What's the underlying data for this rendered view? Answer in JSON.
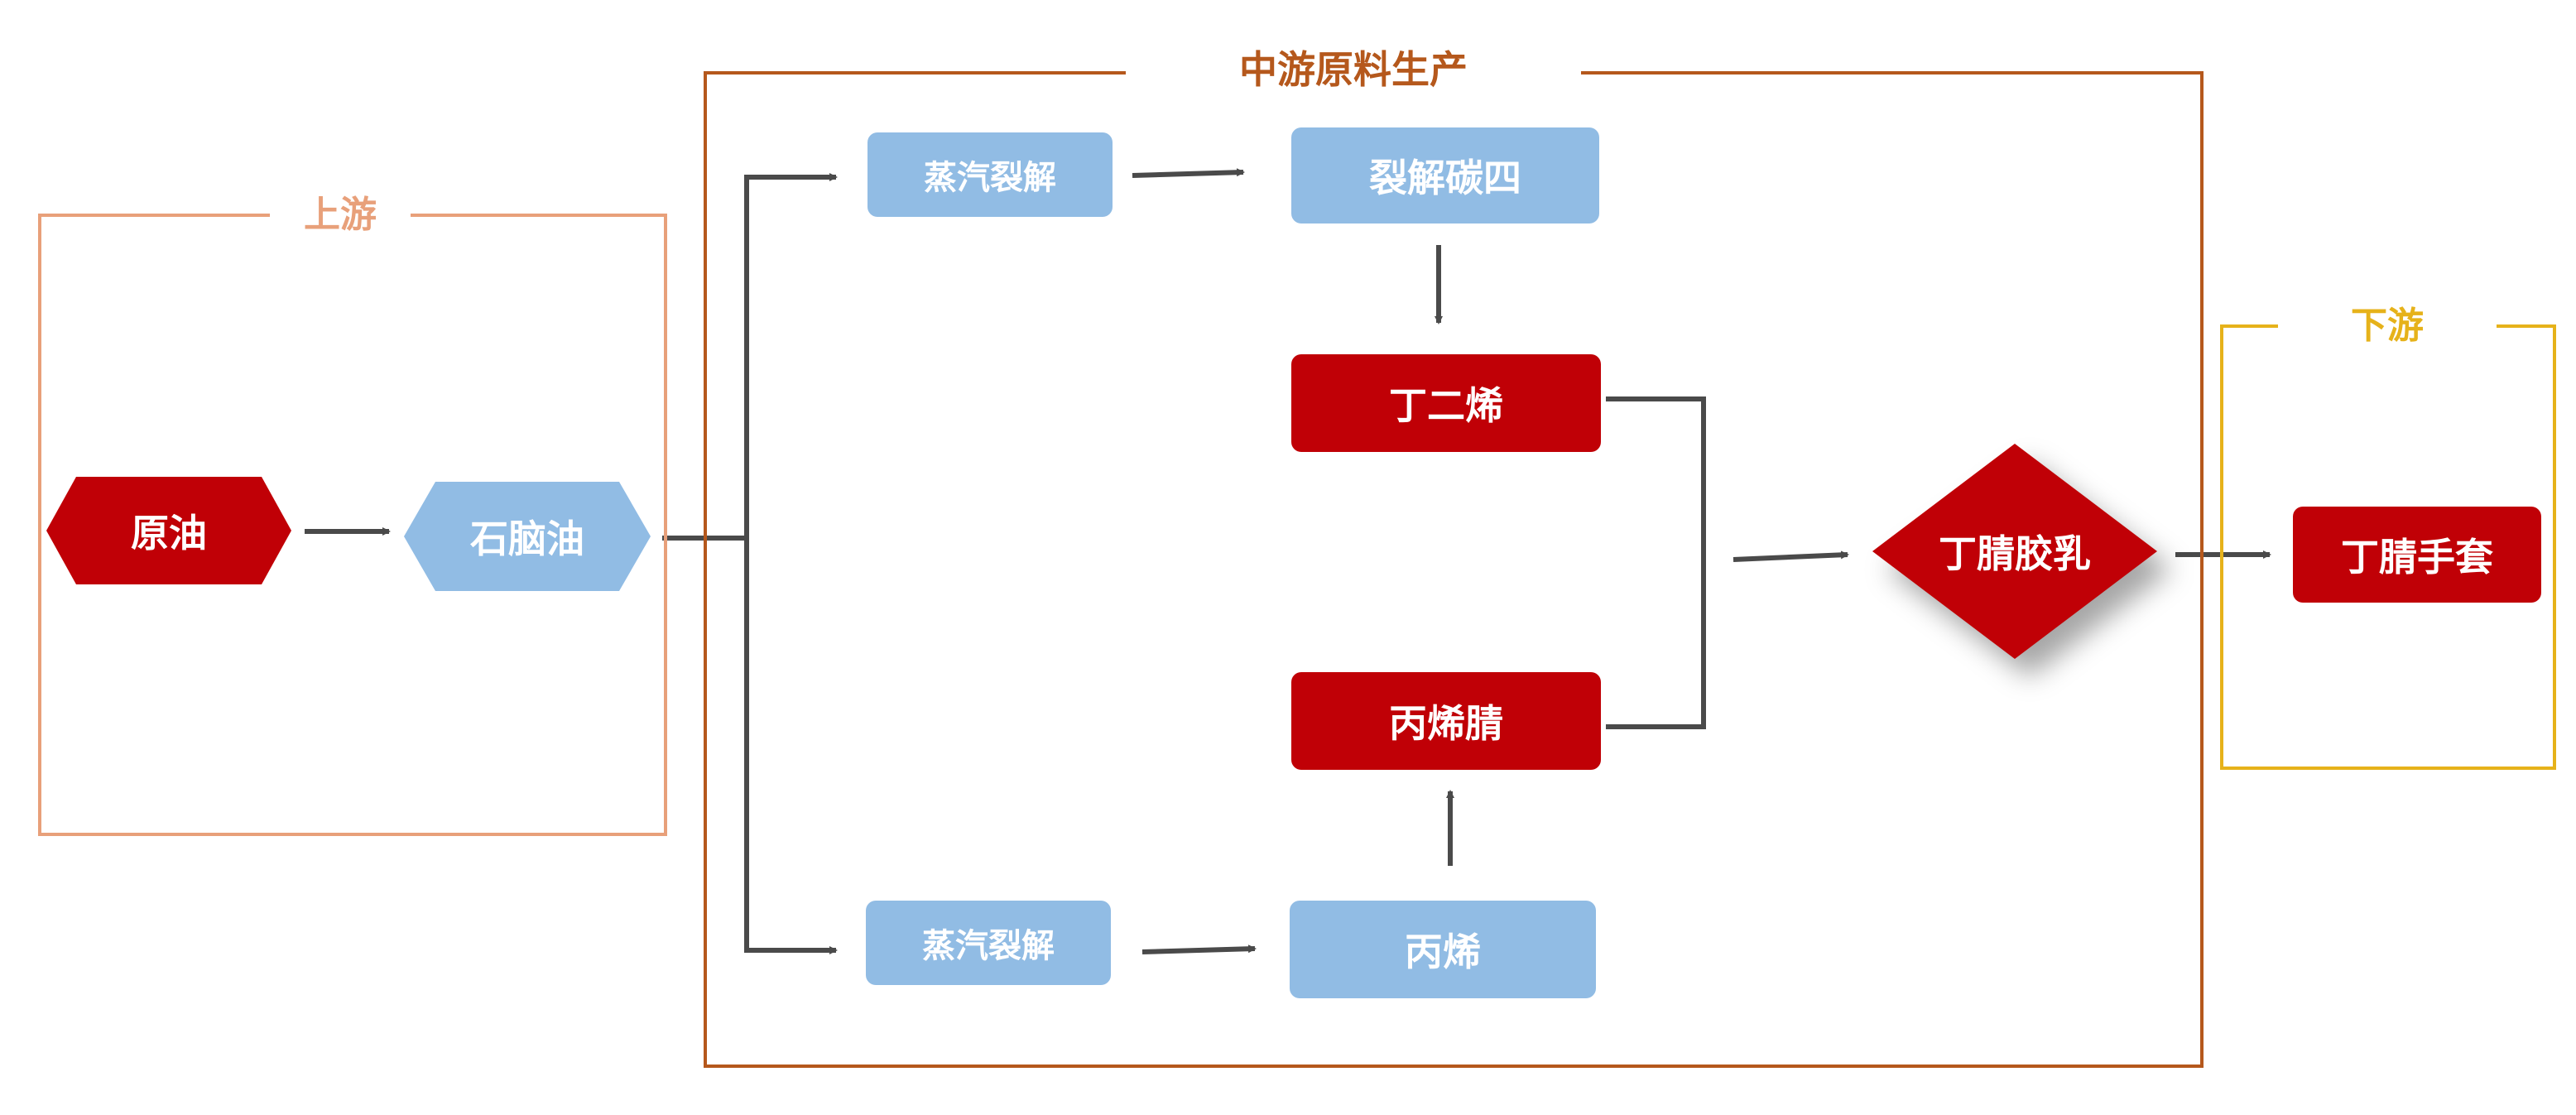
{
  "sections": {
    "upstream": {
      "title": "上游",
      "color": "#e8a07a"
    },
    "midstream": {
      "title": "中游原料生产",
      "color": "#b5581c"
    },
    "downstream": {
      "title": "下游",
      "color": "#e6b21a"
    }
  },
  "nodes": {
    "crude_oil": "原油",
    "naphtha": "石脑油",
    "steam_cracking_top": "蒸汽裂解",
    "cracked_c4": "裂解碳四",
    "butadiene": "丁二烯",
    "acrylonitrile": "丙烯腈",
    "steam_cracking_bottom": "蒸汽裂解",
    "propylene": "丙烯",
    "nitrile_latex": "丁腈胶乳",
    "nitrile_gloves": "丁腈手套"
  },
  "colors": {
    "raw_material": "#91bce4",
    "product": "#c00006",
    "connector": "#4a4a4a"
  }
}
